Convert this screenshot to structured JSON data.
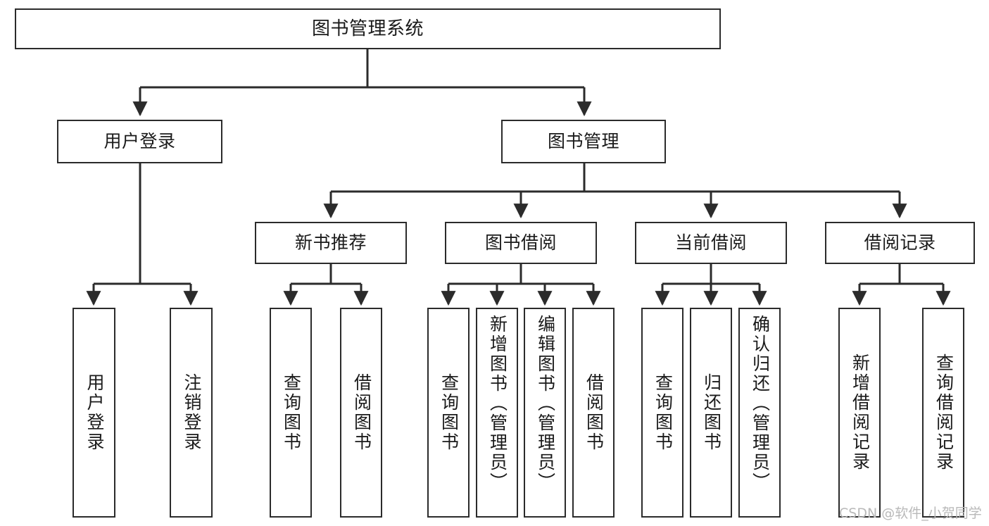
{
  "diagram": {
    "type": "tree-hierarchy",
    "title": "图书管理系统",
    "root": {
      "label": "图书管理系统"
    },
    "level2": [
      {
        "id": "user-login",
        "label": "用户登录"
      },
      {
        "id": "book-management",
        "label": "图书管理"
      }
    ],
    "level3": [
      {
        "id": "new-book-recommend",
        "label": "新书推荐",
        "parent": "book-management"
      },
      {
        "id": "book-borrow",
        "label": "图书借阅",
        "parent": "book-management"
      },
      {
        "id": "current-borrow",
        "label": "当前借阅",
        "parent": "book-management"
      },
      {
        "id": "borrow-record",
        "label": "借阅记录",
        "parent": "book-management"
      }
    ],
    "leaves": [
      {
        "id": "leaf-user-login",
        "label": "用户登录",
        "parent": "user-login"
      },
      {
        "id": "leaf-logout-login",
        "label": "注销登录",
        "parent": "user-login"
      },
      {
        "id": "leaf-query-book-1",
        "label": "查询图书",
        "parent": "new-book-recommend"
      },
      {
        "id": "leaf-borrow-book-1",
        "label": "借阅图书",
        "parent": "new-book-recommend"
      },
      {
        "id": "leaf-query-book-2",
        "label": "查询图书",
        "parent": "book-borrow"
      },
      {
        "id": "leaf-add-book",
        "label": "新增图书（管理员）",
        "parent": "book-borrow"
      },
      {
        "id": "leaf-edit-book",
        "label": "编辑图书（管理员）",
        "parent": "book-borrow"
      },
      {
        "id": "leaf-borrow-book-2",
        "label": "借阅图书",
        "parent": "book-borrow"
      },
      {
        "id": "leaf-query-book-3",
        "label": "查询图书",
        "parent": "current-borrow"
      },
      {
        "id": "leaf-return-book",
        "label": "归还图书",
        "parent": "current-borrow"
      },
      {
        "id": "leaf-confirm-return",
        "label": "确认归还（管理员）",
        "parent": "current-borrow"
      },
      {
        "id": "leaf-add-record",
        "label": "新增借阅记录",
        "parent": "borrow-record"
      },
      {
        "id": "leaf-query-record",
        "label": "查询借阅记录",
        "parent": "borrow-record"
      }
    ],
    "watermark": "CSDN @软件_小贺同学",
    "colors": {
      "stroke": "#2b2b2b",
      "background": "#ffffff",
      "text": "#1a1a1a",
      "watermark": "#b9b9b9"
    }
  }
}
